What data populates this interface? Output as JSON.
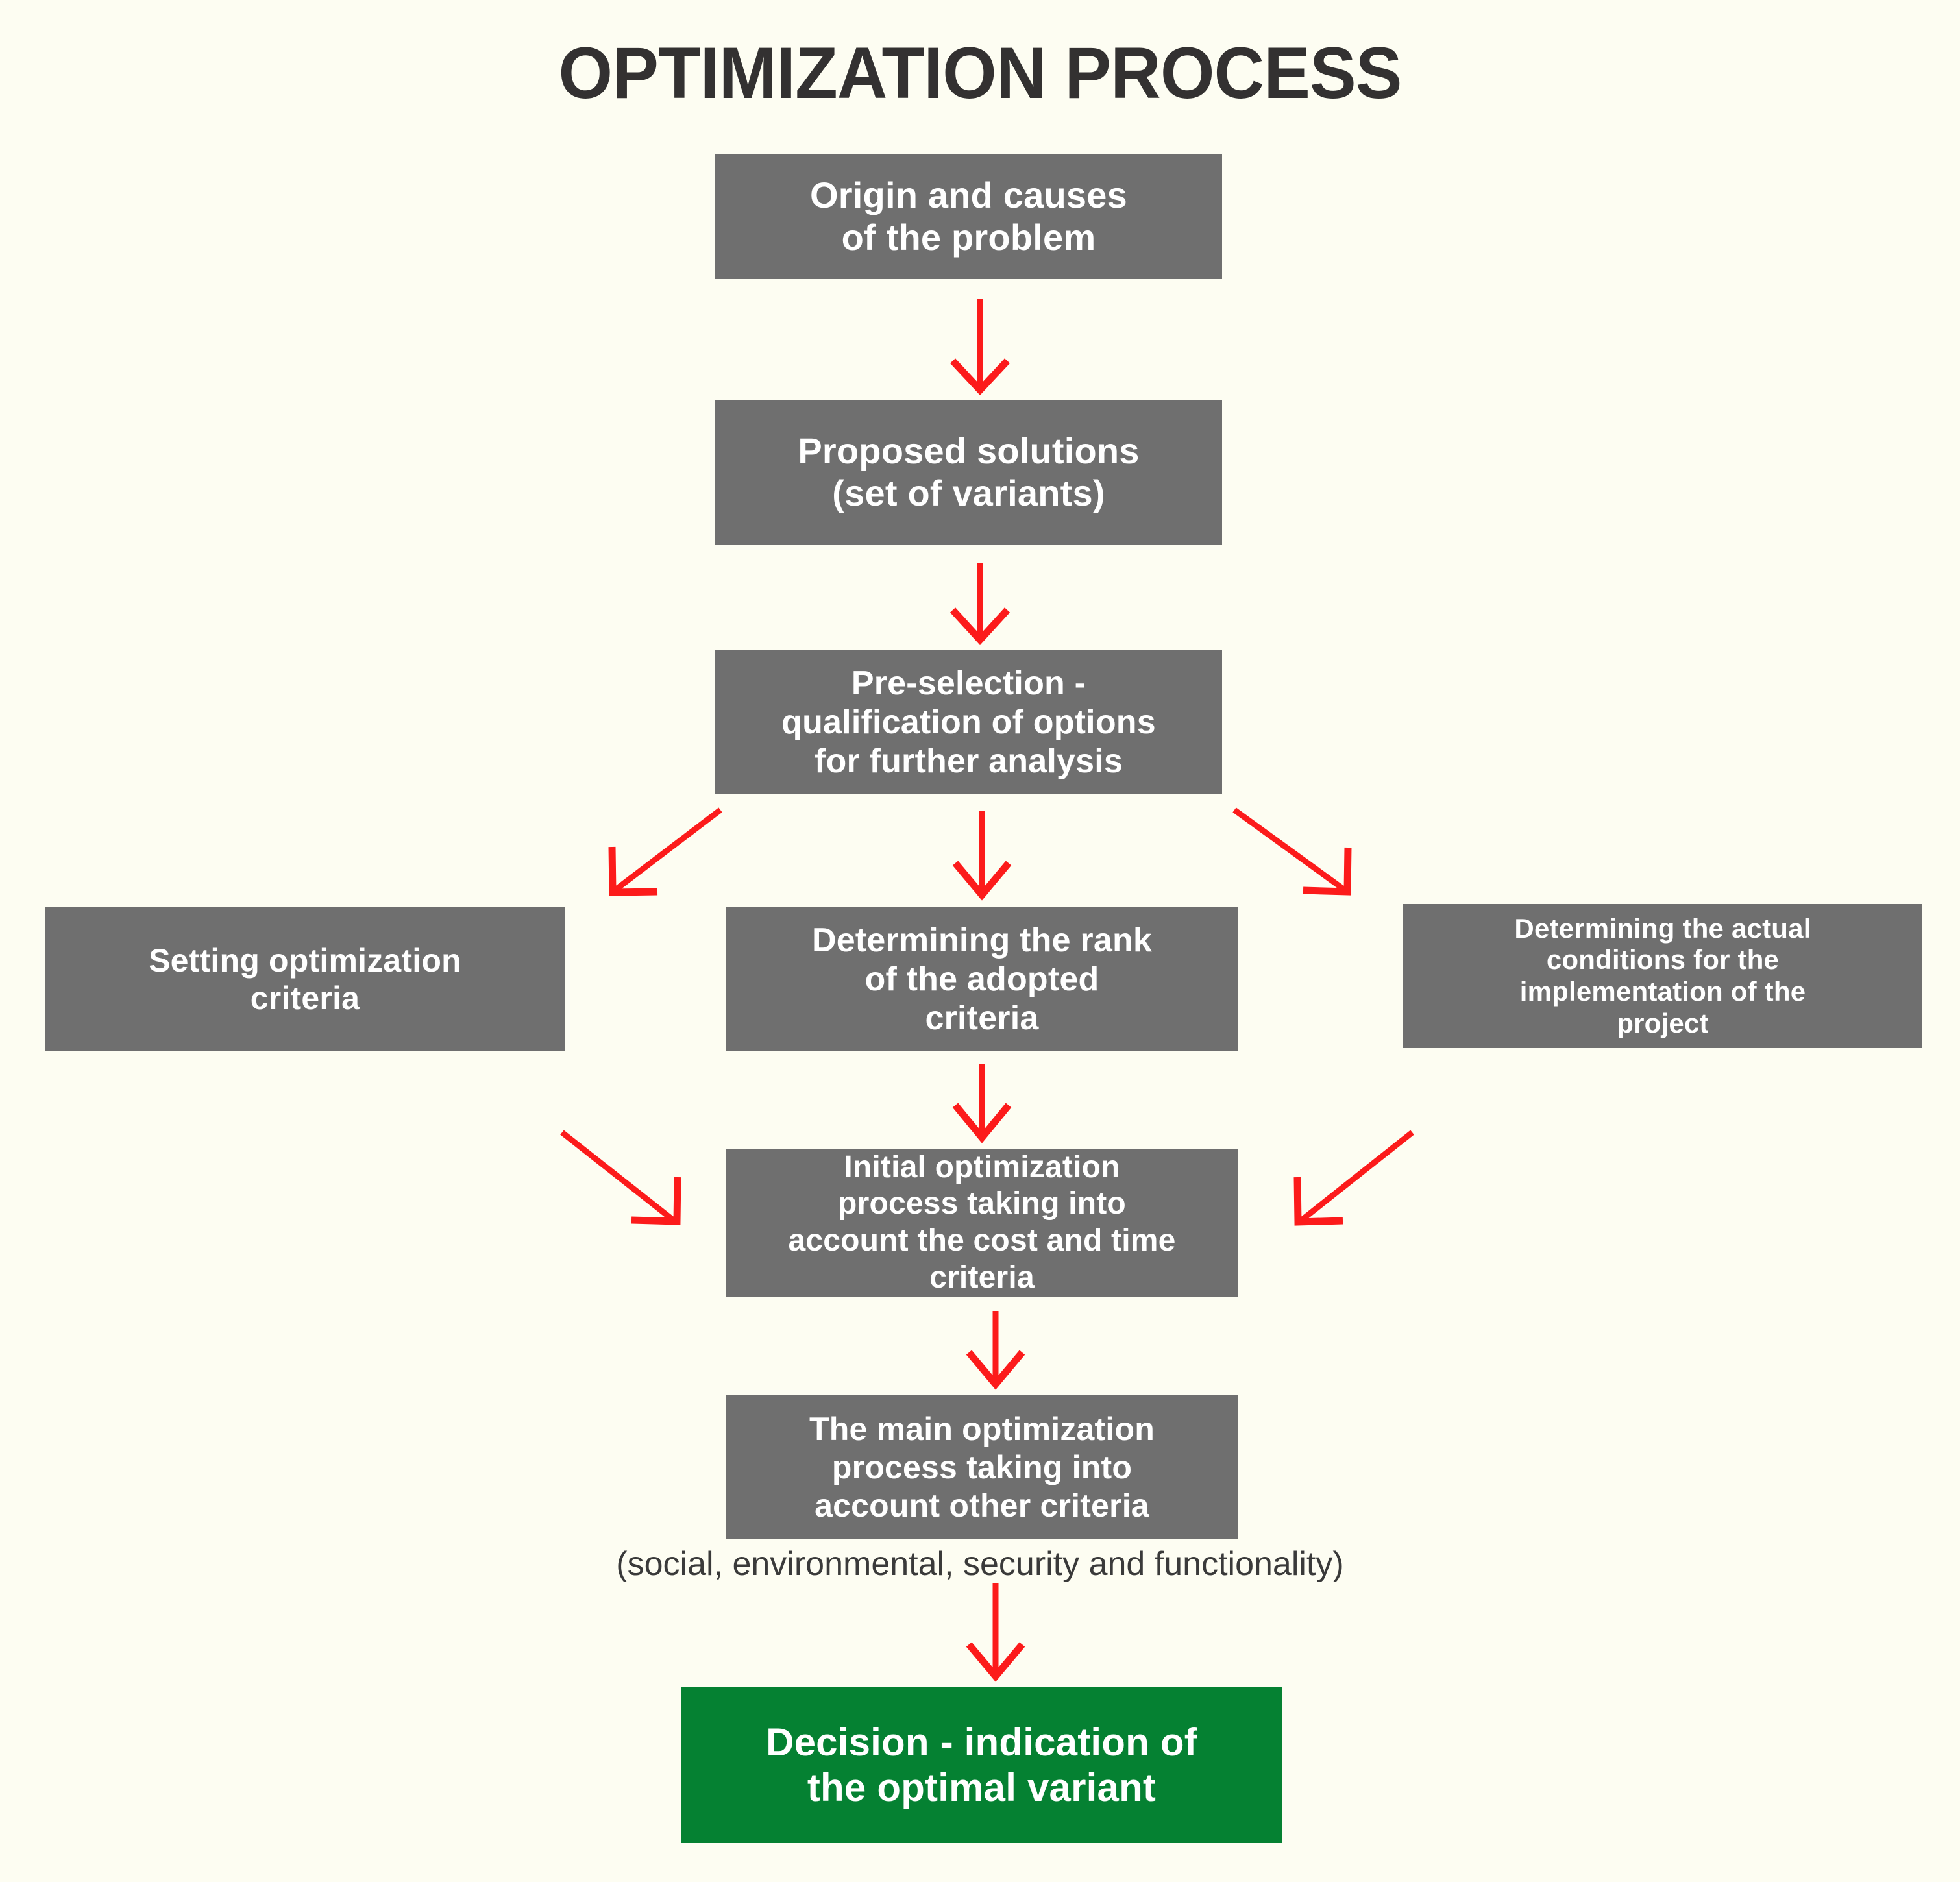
{
  "title": "OPTIMIZATION PROCESS",
  "colors": {
    "background": "#fdfdf2",
    "node_gray": "#6f6f6f",
    "node_green": "#058132",
    "arrow_red": "#fc1b1b",
    "title_text": "#333131",
    "node_text": "#ffffff",
    "caption_text": "#3a3a3a"
  },
  "nodes": {
    "origin": "Origin and causes\nof the problem",
    "proposed": "Proposed solutions\n(set of variants)",
    "preselection": "Pre-selection -\nqualification of options\nfor further analysis",
    "setting_criteria": "Setting optimization\ncriteria",
    "rank": "Determining the rank\nof the adopted\ncriteria",
    "actual_conditions": "Determining the actual\nconditions for the\nimplementation of the\nproject",
    "initial_optimization": "Initial optimization\nprocess taking into\naccount the cost and time\ncriteria",
    "main_optimization": "The main optimization\nprocess taking into\naccount other criteria",
    "decision": "Decision - indication of\nthe optimal variant"
  },
  "caption": "(social, environmental, security and functionality)",
  "arrows": [
    {
      "name": "origin-to-proposed",
      "from": "origin",
      "to": "proposed",
      "direction": "down"
    },
    {
      "name": "proposed-to-preselection",
      "from": "proposed",
      "to": "preselection",
      "direction": "down"
    },
    {
      "name": "preselection-to-setting",
      "from": "preselection",
      "to": "setting_criteria",
      "direction": "down-left"
    },
    {
      "name": "preselection-to-rank",
      "from": "preselection",
      "to": "rank",
      "direction": "down"
    },
    {
      "name": "preselection-to-actual",
      "from": "preselection",
      "to": "actual_conditions",
      "direction": "down-right"
    },
    {
      "name": "rank-to-initial",
      "from": "rank",
      "to": "initial_optimization",
      "direction": "down"
    },
    {
      "name": "setting-to-initial",
      "from": "setting_criteria",
      "to": "initial_optimization",
      "direction": "down-right"
    },
    {
      "name": "actual-to-initial",
      "from": "actual_conditions",
      "to": "initial_optimization",
      "direction": "down-left"
    },
    {
      "name": "initial-to-main",
      "from": "initial_optimization",
      "to": "main_optimization",
      "direction": "down"
    },
    {
      "name": "main-to-decision",
      "from": "main_optimization",
      "to": "decision",
      "direction": "down"
    }
  ]
}
